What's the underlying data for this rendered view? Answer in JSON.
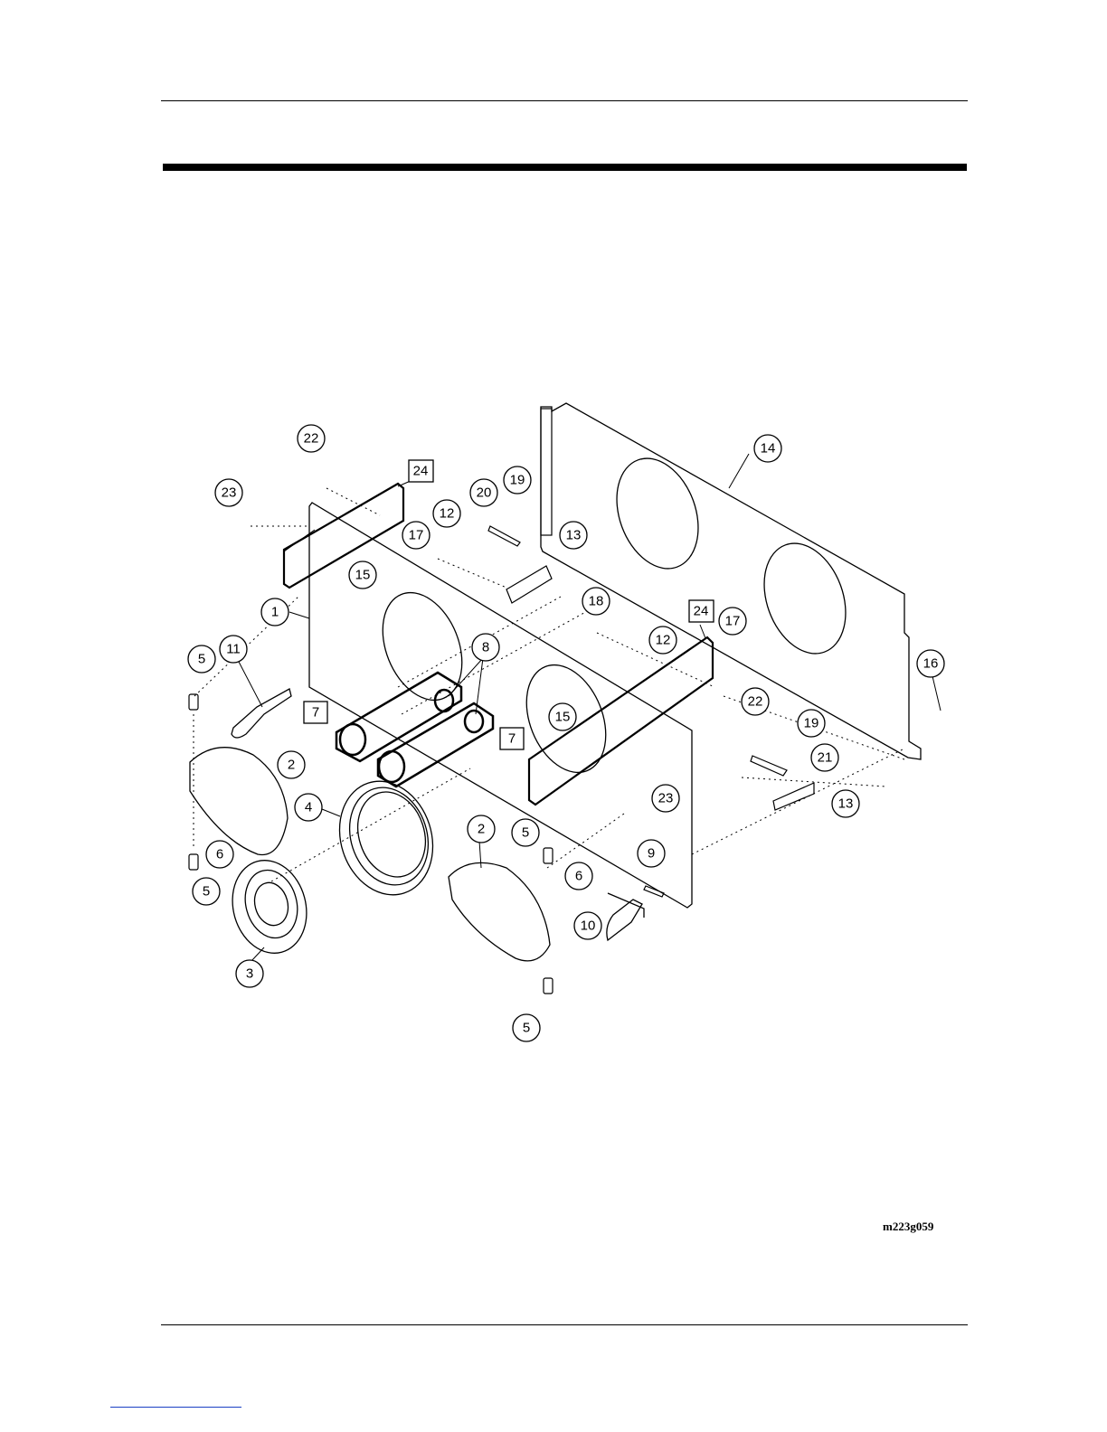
{
  "figure_id": "m223g059",
  "callouts": [
    {
      "num": "1",
      "shape": "circle"
    },
    {
      "num": "2",
      "shape": "circle"
    },
    {
      "num": "2",
      "shape": "circle"
    },
    {
      "num": "3",
      "shape": "circle"
    },
    {
      "num": "4",
      "shape": "circle"
    },
    {
      "num": "5",
      "shape": "circle"
    },
    {
      "num": "5",
      "shape": "circle"
    },
    {
      "num": "5",
      "shape": "circle"
    },
    {
      "num": "5",
      "shape": "circle"
    },
    {
      "num": "6",
      "shape": "circle"
    },
    {
      "num": "6",
      "shape": "circle"
    },
    {
      "num": "7",
      "shape": "square"
    },
    {
      "num": "7",
      "shape": "square"
    },
    {
      "num": "8",
      "shape": "circle"
    },
    {
      "num": "9",
      "shape": "circle"
    },
    {
      "num": "10",
      "shape": "circle"
    },
    {
      "num": "11",
      "shape": "circle"
    },
    {
      "num": "12",
      "shape": "circle"
    },
    {
      "num": "12",
      "shape": "circle"
    },
    {
      "num": "13",
      "shape": "circle"
    },
    {
      "num": "13",
      "shape": "circle"
    },
    {
      "num": "14",
      "shape": "circle"
    },
    {
      "num": "15",
      "shape": "circle"
    },
    {
      "num": "15",
      "shape": "circle"
    },
    {
      "num": "16",
      "shape": "circle"
    },
    {
      "num": "17",
      "shape": "circle"
    },
    {
      "num": "17",
      "shape": "circle"
    },
    {
      "num": "18",
      "shape": "circle"
    },
    {
      "num": "19",
      "shape": "circle"
    },
    {
      "num": "19",
      "shape": "circle"
    },
    {
      "num": "20",
      "shape": "circle"
    },
    {
      "num": "21",
      "shape": "circle"
    },
    {
      "num": "22",
      "shape": "circle"
    },
    {
      "num": "22",
      "shape": "circle"
    },
    {
      "num": "23",
      "shape": "circle"
    },
    {
      "num": "23",
      "shape": "circle"
    },
    {
      "num": "24",
      "shape": "square"
    },
    {
      "num": "24",
      "shape": "square"
    }
  ]
}
